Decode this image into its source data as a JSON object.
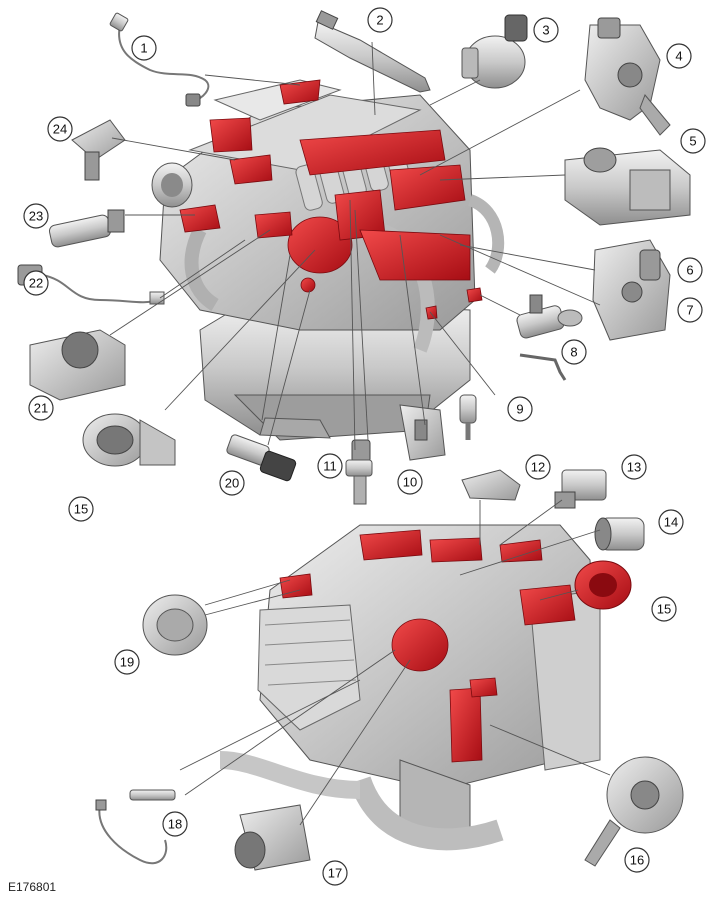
{
  "figure_ref": "E176801",
  "colors": {
    "highlight": "#d0141c",
    "metal": "#c8c8c8",
    "metal_dark": "#8a8a8a",
    "outline": "#4a4a4a"
  },
  "callouts": [
    "1",
    "2",
    "3",
    "4",
    "5",
    "6",
    "7",
    "8",
    "9",
    "10",
    "11",
    "12",
    "13",
    "14",
    "15",
    "15",
    "16",
    "17",
    "18",
    "19",
    "20",
    "21",
    "22",
    "23",
    "24"
  ]
}
